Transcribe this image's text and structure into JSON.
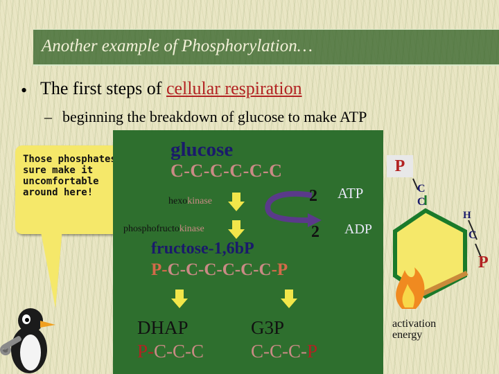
{
  "title": "Another example of Phosphorylation…",
  "bullet": {
    "prefix": "The first steps of ",
    "highlight": "cellular respiration"
  },
  "sub_bullet": "beginning the breakdown of glucose to make ATP",
  "speech_bubble": "Those phosphates sure make it uncomfortable around here!",
  "diagram": {
    "glucose_label": "glucose",
    "glucose_chain": "C-C-C-C-C-C",
    "enzyme1_prefix": "hexo",
    "enzyme1_suffix": "kinase",
    "enzyme2_prefix": "phosphofructo",
    "enzyme2_suffix": "kinase",
    "fructose_label": "fructose-1,6bP",
    "fructose_p1": "P-",
    "fructose_chain": "C-C-C-C-C-C",
    "fructose_p2": "-P",
    "dhap_label": "DHAP",
    "dhap_p": "P-",
    "dhap_chain": "C-C-C",
    "g3p_label": "G3P",
    "g3p_chain": "C-C-C-",
    "g3p_p": "P",
    "atp_count": "2",
    "atp_label": "ATP",
    "adp_count": "2",
    "adp_label": "ADP"
  },
  "molecule": {
    "p_top": "P",
    "c1": "C",
    "c2": "C",
    "h": "H",
    "c3": "C",
    "p_right": "P"
  },
  "activation_energy": "activation energy",
  "colors": {
    "title_bar": "#285a1e",
    "panel": "#2e6f2e",
    "bubble": "#f5e86a",
    "arrow": "#f2e64a",
    "hexagon": "#f5e86a",
    "highlight": "#b22222"
  },
  "icons": [
    "penguin-icon",
    "flame-match-icon"
  ]
}
